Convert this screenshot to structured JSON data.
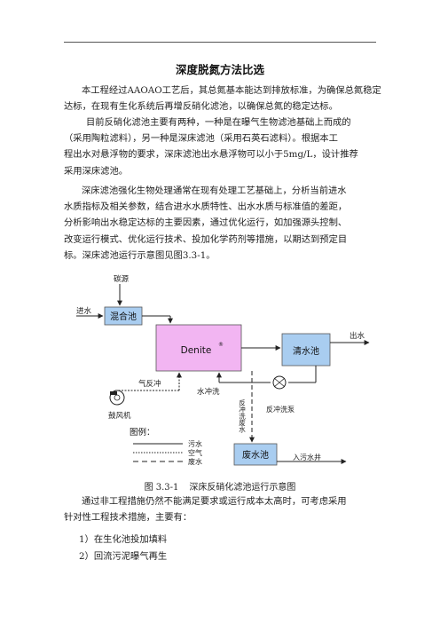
{
  "page": {
    "title": "深度脱氮方法比选",
    "paragraphs": [
      {
        "lines": [
          "本工程经过AAOAO工艺后，其总氮基本能达到排放标准，为确保总氮稳定",
          "达标，在现有生化系统后再增反硝化滤池，以确保总氮的稳定达标。"
        ]
      },
      {
        "lines": [
          "目前反硝化滤池主要有两种，一种是在曝气生物滤池基础上而成的",
          "（采用陶粒滤料），另一种是深床滤池（采用石英石滤料）。根据本工",
          "程出水对悬浮物的要求，深床滤池出水悬浮物可以小于5mg/L，设计推荐",
          "采用深床滤池。"
        ]
      },
      {
        "lines": [
          "深床滤池强化生物处理通常在现有处理工艺基础上，分析当前进水",
          "水质指标及相关参数，结合进水水质特性、出水水质与标准值的差距，",
          "分析影响出水稳定达标的主要因素，通过优化运行，如加强源头控制、",
          "改变运行模式、优化运行技术、投加化学药剂等措施，以期达到预定目",
          "标。深床滤池运行示意图见图3.3-1。"
        ]
      },
      {
        "lines": [
          "通过非工程措施仍然不能满足要求或运行成本太高时，可考虑采用",
          "针对性工程技术措施，主要有："
        ]
      }
    ],
    "list_items": [
      "1）在生化池投加填料",
      "2）回流污泥曝气再生"
    ]
  },
  "figure": {
    "caption_number": "图 3.3-1",
    "caption_text": "深床反硝化滤池运行示意图",
    "labels": {
      "carbon_source": "碳源",
      "inlet": "进水",
      "mixing_tank": "混合池",
      "denite": "Denite",
      "denite_reg": "®",
      "clear_tank": "清水池",
      "outlet": "出水",
      "air_flush": "气反冲",
      "water_flush": "水冲洗",
      "backwash_drain": "反冲洗废水",
      "backwash_pump": "反冲洗泵",
      "blower": "鼓风机",
      "waste_tank": "废水池",
      "to_sewer": "入污水井",
      "legend_title": "图例：",
      "legend_sewage": "污水",
      "legend_air": "空气",
      "legend_waste": "废水"
    },
    "colors": {
      "tank_blue": "#a9cdf0",
      "denite_pink": "#f2b5f2",
      "line": "#222222"
    }
  }
}
